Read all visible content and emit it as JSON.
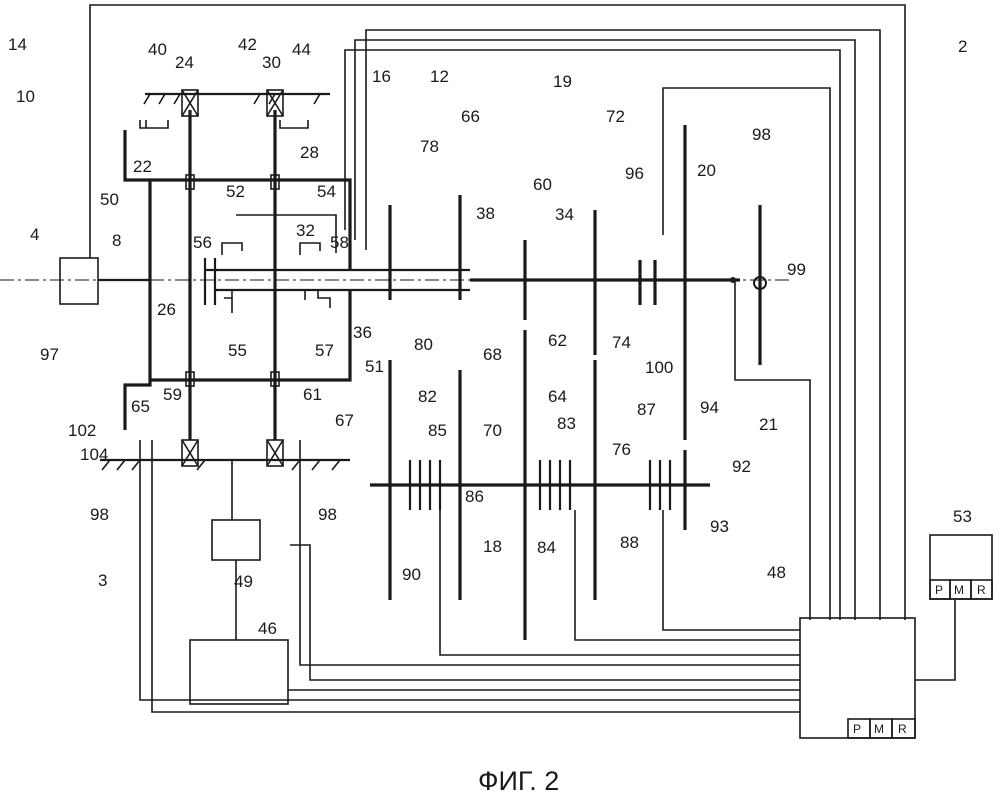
{
  "figure": {
    "caption": "ФИГ. 2",
    "labels": [
      "2",
      "3",
      "4",
      "8",
      "10",
      "12",
      "14",
      "16",
      "18",
      "19",
      "20",
      "21",
      "22",
      "24",
      "26",
      "28",
      "30",
      "32",
      "34",
      "36",
      "38",
      "40",
      "42",
      "44",
      "46",
      "48",
      "49",
      "50",
      "51",
      "52",
      "53",
      "54",
      "55",
      "56",
      "57",
      "58",
      "59",
      "60",
      "61",
      "62",
      "64",
      "65",
      "66",
      "67",
      "68",
      "70",
      "72",
      "74",
      "76",
      "78",
      "80",
      "82",
      "83",
      "84",
      "85",
      "86",
      "87",
      "88",
      "90",
      "92",
      "93",
      "94",
      "96",
      "97",
      "98",
      "99",
      "100",
      "102",
      "104"
    ],
    "selector": [
      "P",
      "M",
      "R"
    ]
  }
}
